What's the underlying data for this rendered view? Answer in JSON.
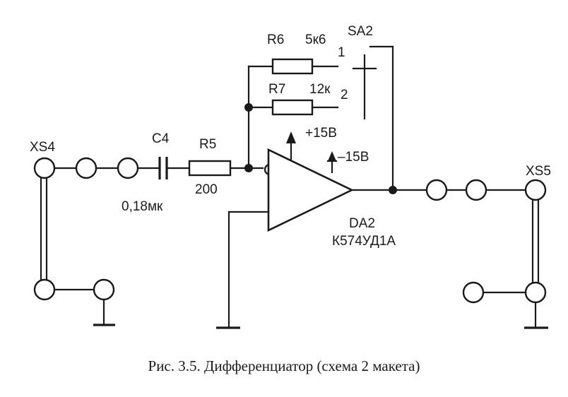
{
  "labels": {
    "xs4": "XS4",
    "xs5": "XS5",
    "c4": "C4",
    "c4_value": "0,18мк",
    "r5": "R5",
    "r5_value": "200",
    "r6": "R6",
    "r6_value": "5к6",
    "r7": "R7",
    "r7_value": "12к",
    "sa2": "SA2",
    "sa2_pos1": "1",
    "sa2_pos2": "2",
    "vplus": "+15В",
    "vminus": "–15В",
    "da2": "DA2",
    "da2_part": "К574УД1А"
  },
  "caption": "Рис. 3.5. Дифференциатор (схема 2 макета)"
}
